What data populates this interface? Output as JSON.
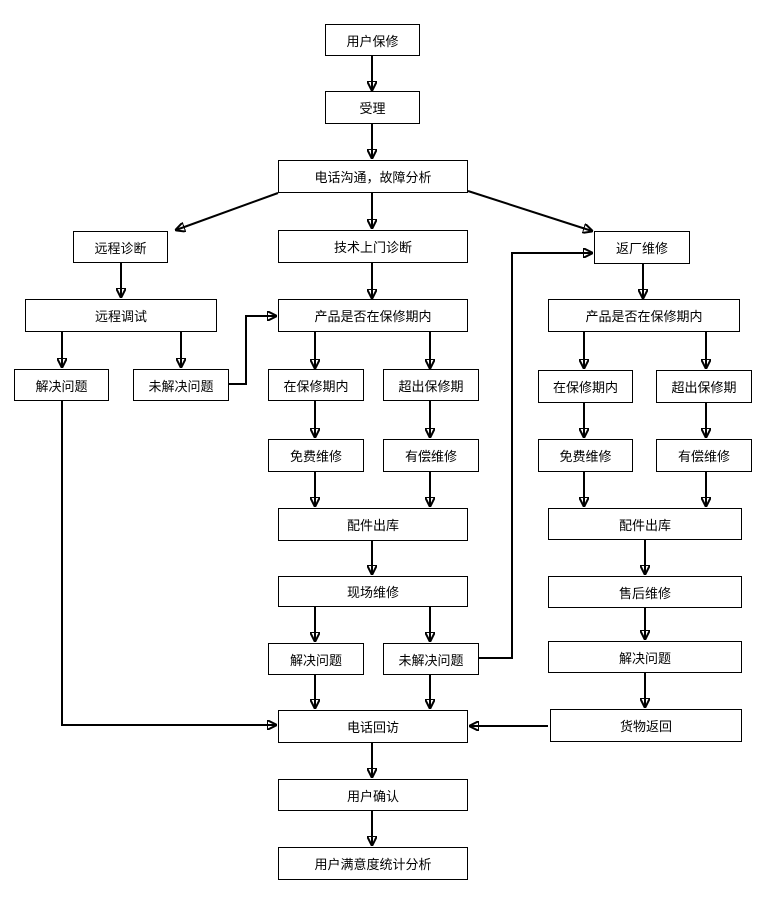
{
  "nodes": {
    "user_repair": "用户保修",
    "accept": "受理",
    "phone_analysis": "电话沟通，故障分析",
    "remote_diag": "远程诊断",
    "onsite_diag": "技术上门诊断",
    "factory_repair": "返厂维修",
    "remote_debug": "远程调试",
    "warranty_check_mid": "产品是否在保修期内",
    "warranty_check_right": "产品是否在保修期内",
    "solved_left": "解决问题",
    "unsolved_left": "未解决问题",
    "in_warranty_mid": "在保修期内",
    "out_warranty_mid": "超出保修期",
    "in_warranty_right": "在保修期内",
    "out_warranty_right": "超出保修期",
    "free_repair_mid": "免费维修",
    "paid_repair_mid": "有偿维修",
    "free_repair_right": "免费维修",
    "paid_repair_right": "有偿维修",
    "parts_out_mid": "配件出库",
    "parts_out_right": "配件出库",
    "onsite_repair": "现场维修",
    "after_sales_repair": "售后维修",
    "solved_mid": "解决问题",
    "unsolved_mid": "未解决问题",
    "solved_right": "解决问题",
    "goods_return": "货物返回",
    "callback": "电话回访",
    "user_confirm": "用户确认",
    "satisfaction_analysis": "用户满意度统计分析"
  },
  "colors": {
    "stroke": "#000000",
    "fill": "#ffffff"
  }
}
